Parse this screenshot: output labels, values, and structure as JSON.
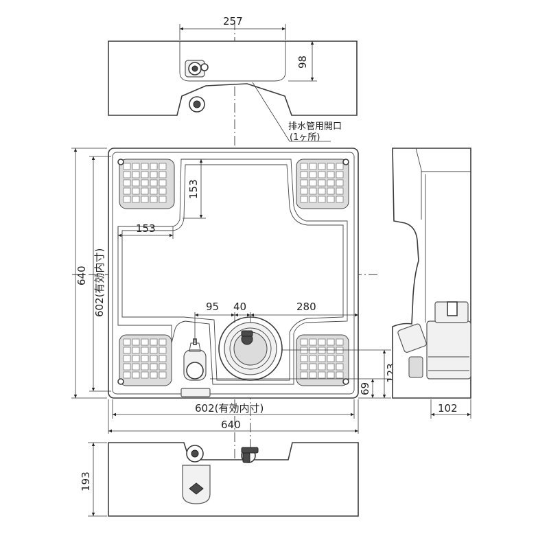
{
  "dimensions": {
    "top_width": "257",
    "top_height": "98",
    "drain_note_line1": "排水管用開口",
    "drain_note_line2": "(1ヶ所)",
    "outer_height": "640",
    "inner_height": "602(有効内寸)",
    "corner_h": "153",
    "corner_w": "153",
    "offset_95": "95",
    "offset_40": "40",
    "offset_280": "280",
    "side_123": "123",
    "side_69": "69",
    "inner_width": "602(有効内寸)",
    "outer_width": "640",
    "side_depth": "102",
    "front_height": "193"
  }
}
